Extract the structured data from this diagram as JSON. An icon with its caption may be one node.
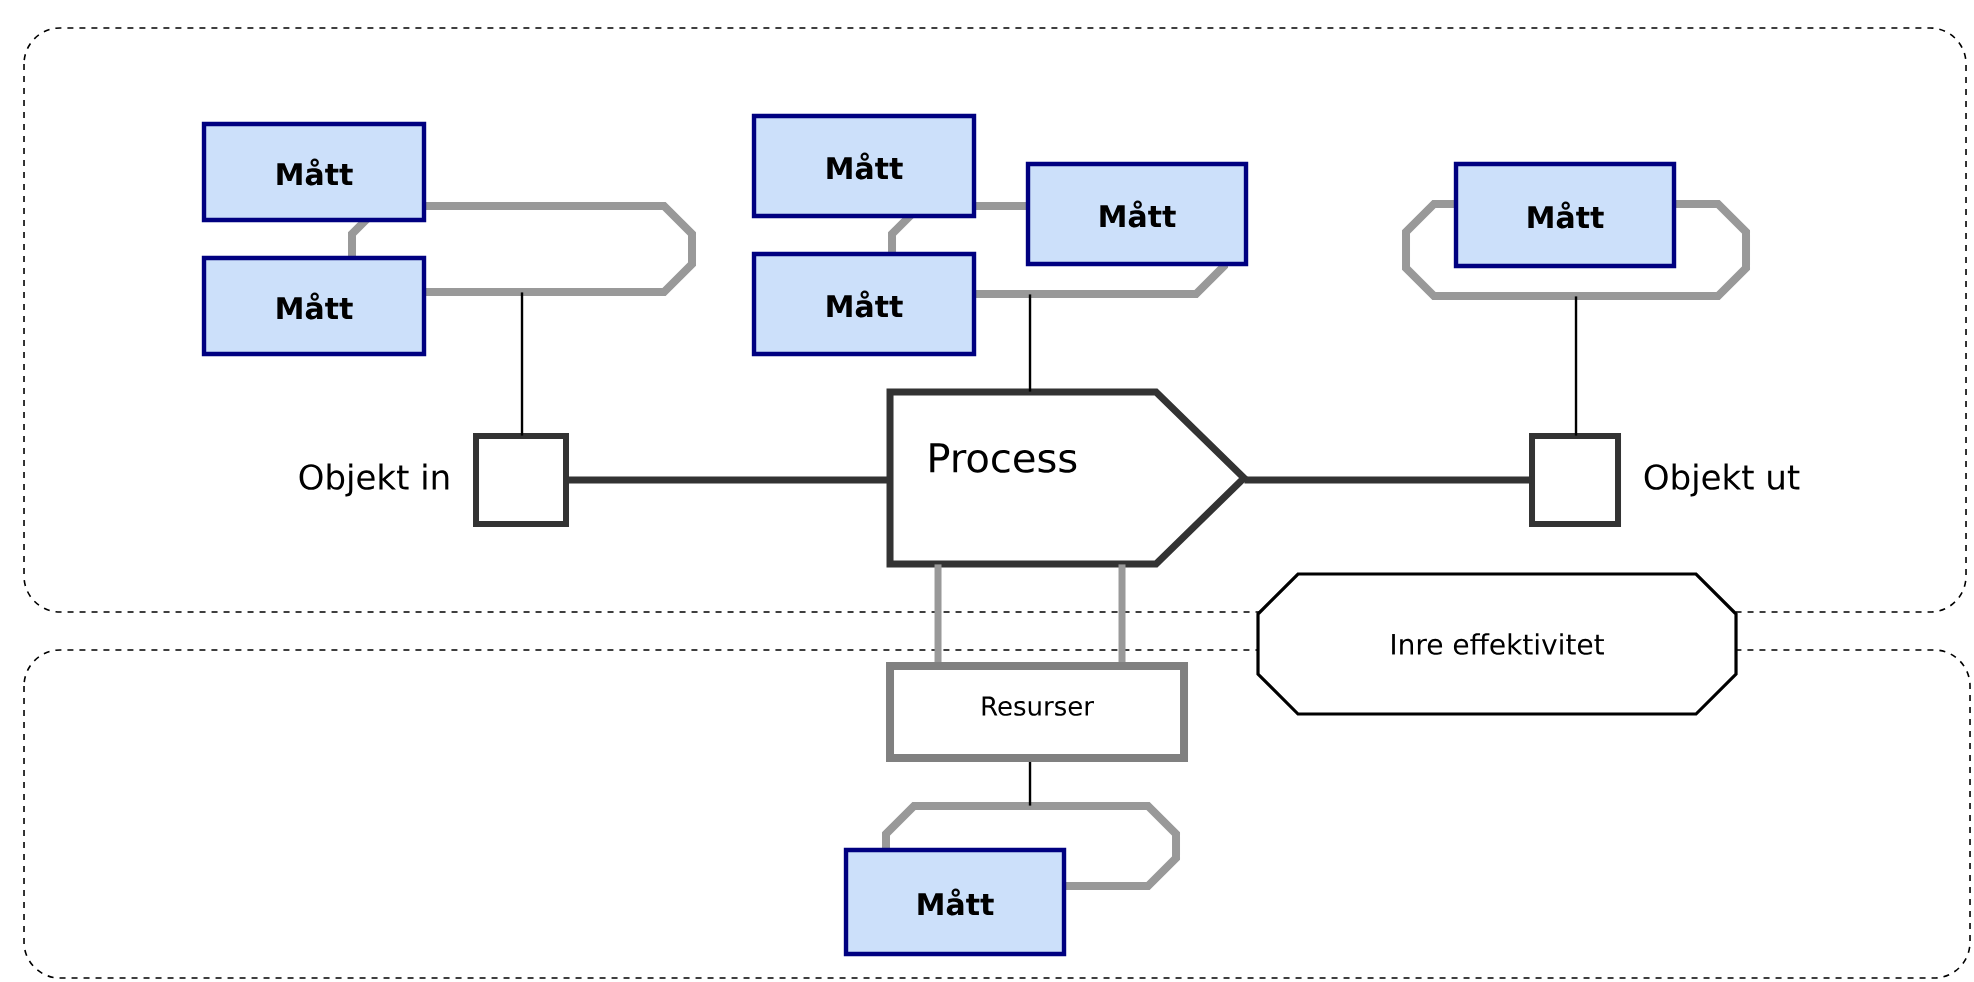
{
  "diagram": {
    "nodes": [
      {
        "text": [],
        "shape": "box"
      },
      {
        "text": [],
        "shape": "box"
      },
      {
        "text": [
          "Mått"
        ],
        "in": 0
      },
      {
        "text": [
          "Mått"
        ],
        "in": 0
      },
      {
        "text": [],
        "shape": "octagon",
        "in": 0
      },
      {
        "text": [
          "Mått"
        ],
        "in": 0
      },
      {
        "text": [
          "Mått"
        ],
        "in": 0
      },
      {
        "text": [
          "Mått"
        ],
        "in": 0
      },
      {
        "text": [],
        "shape": "octagon",
        "in": 0
      },
      {
        "text": [
          "Mått"
        ],
        "in": 0
      },
      {
        "text": [],
        "shape": "octagon",
        "in": 0
      },
      {
        "text": [],
        "shape": "box",
        "in": 0,
        "beside": [
          "Objekt in"
        ]
      },
      {
        "text": [
          "Process"
        ],
        "in": 0
      },
      {
        "text": [],
        "shape": "box",
        "in": 0,
        "beside": [
          "Objekt ut"
        ]
      },
      {
        "text": [
          "Resurser"
        ],
        "in": 1
      },
      {
        "text": [],
        "shape": "octagon",
        "in": 1
      },
      {
        "text": [
          "Mått"
        ],
        "in": 1
      },
      {
        "text": [
          "Inre effektivitet"
        ]
      }
    ],
    "edges": [
      {
        "from": 4,
        "to": 11,
        "arrow": "none"
      },
      {
        "from": 11,
        "to": 12,
        "arrow": "none",
        "style": "thick",
        "color": "#333333"
      },
      {
        "from": 8,
        "to": 12,
        "arrow": "none"
      },
      {
        "from": 12,
        "to": 13,
        "arrow": "none",
        "style": "thick",
        "color": "#333333"
      },
      {
        "from": 10,
        "to": 13,
        "arrow": "none"
      },
      {
        "from": 12,
        "to": 14,
        "arrow": "none",
        "style": "thick",
        "color": "#999999"
      },
      {
        "from": 12,
        "to": 14,
        "arrow": "none",
        "style": "thick",
        "color": "#999999"
      },
      {
        "from": 14,
        "to": 15,
        "arrow": "none"
      }
    ]
  }
}
